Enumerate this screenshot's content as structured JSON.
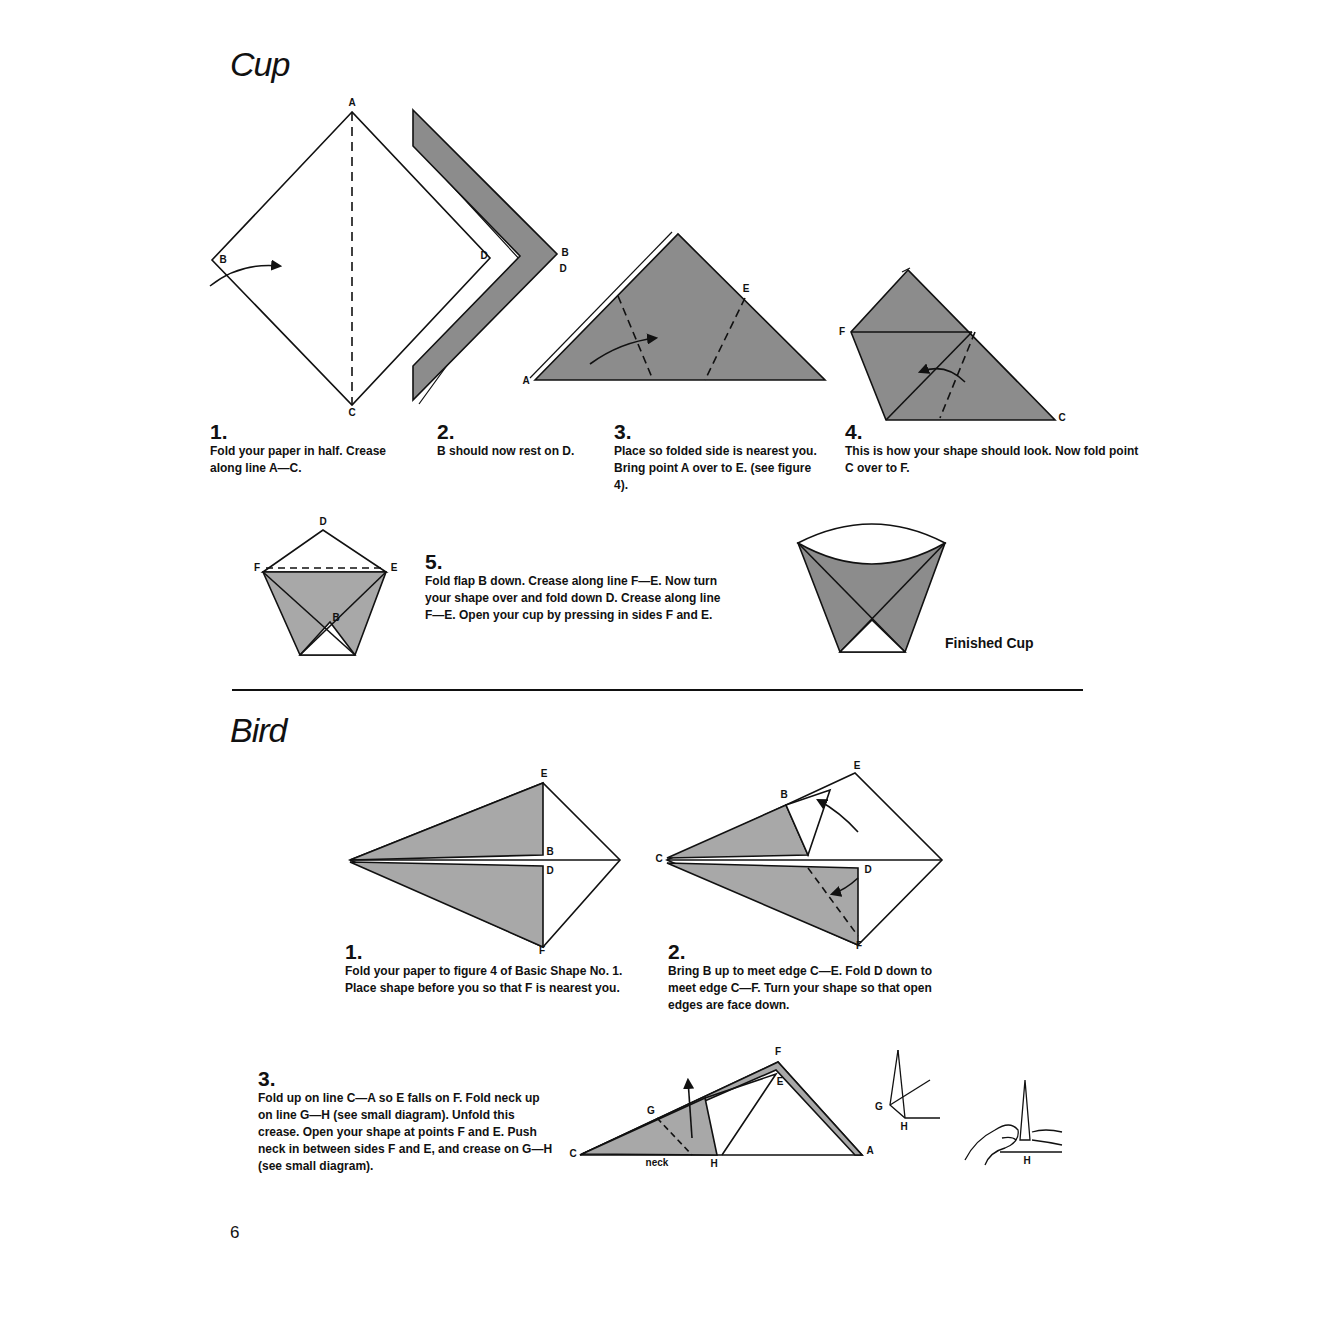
{
  "diagram": {
    "labels": [
      "Cup",
      "A",
      "B",
      "C",
      "D",
      "B",
      "D",
      "E",
      "A",
      "F",
      "C",
      "1.",
      "Fold your paper in half. Crease along line A—C.",
      "2.",
      "B should now rest on D.",
      "3.",
      "Place so folded side is nearest you. Bring point A over to E. (see figure 4).",
      "4.",
      "This is how your shape should look. Now fold point C over to F.",
      "D",
      "F",
      "E",
      "B",
      "5.",
      "Fold flap B down. Crease along line F—E. Now turn your shape over and fold down D. Crease along line F—E. Open your cup by pressing in sides F and E.",
      "Finished Cup",
      "Bird",
      "E",
      "B",
      "D",
      "F",
      "1.",
      "Fold your paper to figure 4 of Basic Shape No. 1. Place shape before you so that F is nearest you.",
      "E",
      "B",
      "C",
      "D",
      "F",
      "2.",
      "Bring B up to meet edge C—E. Fold D down to meet edge C—F. Turn your shape so that open edges are face down.",
      "3.",
      "Fold up on line C—A so E falls on F. Fold neck up on line G—H (see small diagram). Unfold this crease. Open your shape at points F and E. Push neck in between sides F and E, and crease on G—H (see small diagram).",
      "F",
      "E",
      "G",
      "C",
      "neck",
      "H",
      "A",
      "G",
      "H",
      "H",
      "6"
    ]
  }
}
